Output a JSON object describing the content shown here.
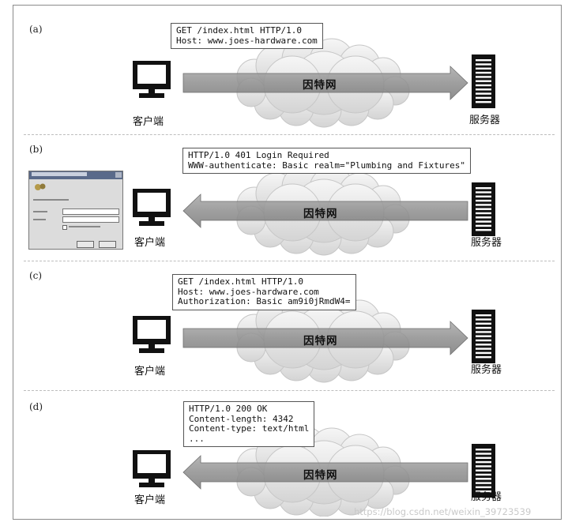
{
  "panels": [
    {
      "label": "(a)",
      "direction": "to-server",
      "message_lines": [
        "GET /index.html HTTP/1.0",
        "Host: www.joes-hardware.com"
      ],
      "client_label": "客户端",
      "server_label": "服务器",
      "network_label": "因特网"
    },
    {
      "label": "(b)",
      "direction": "to-client",
      "message_lines": [
        "HTTP/1.0 401 Login Required",
        "WWW-authenticate: Basic realm=\"Plumbing and Fixtures\""
      ],
      "client_label": "客户端",
      "server_label": "服务器",
      "network_label": "因特网"
    },
    {
      "label": "(c)",
      "direction": "to-server",
      "message_lines": [
        "GET /index.html HTTP/1.0",
        "Host: www.joes-hardware.com",
        "Authorization: Basic am9i0jRmdW4="
      ],
      "client_label": "客户端",
      "server_label": "服务器",
      "network_label": "因特网"
    },
    {
      "label": "(d)",
      "direction": "to-client",
      "message_lines": [
        "HTTP/1.0 200 OK",
        "Content-length: 4342",
        "Content-type: text/html",
        "..."
      ],
      "client_label": "客户端",
      "server_label": "服务器",
      "network_label": "因特网"
    }
  ],
  "watermark": "https://blog.csdn.net/weixin_39723539"
}
